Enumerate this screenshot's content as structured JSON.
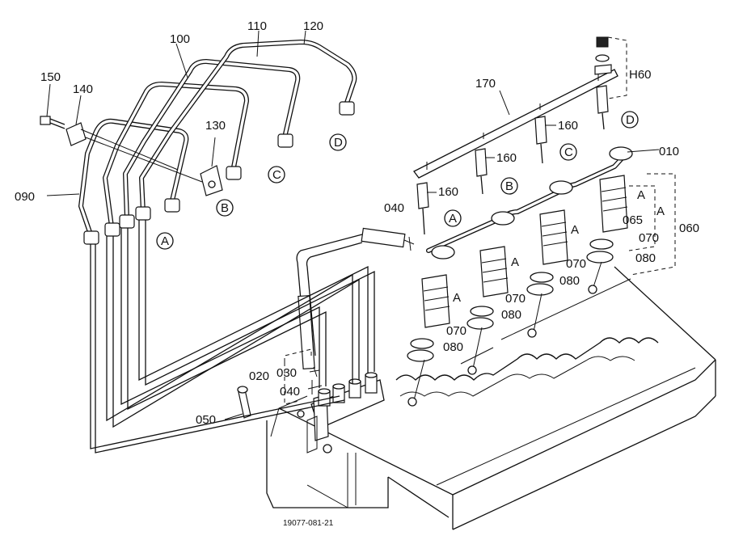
{
  "labels": {
    "p010": "010",
    "p020": "020",
    "p030": "030",
    "p040_top": "040",
    "p040_bottom": "040",
    "p050": "050",
    "p060": "060",
    "p065": "065",
    "p070_1": "070",
    "p070_2": "070",
    "p070_3": "070",
    "p070_4": "070",
    "p080_1": "080",
    "p080_2": "080",
    "p080_3": "080",
    "p080_4": "080",
    "p090": "090",
    "p100": "100",
    "p110": "110",
    "p120": "120",
    "p130": "130",
    "p140": "140",
    "p150": "150",
    "p160_1": "160",
    "p160_2": "160",
    "p160_3": "160",
    "p160_4": "H60",
    "p170": "170",
    "asm_a1": "A",
    "asm_a2": "A",
    "asm_a3": "A",
    "asm_a4": "A",
    "asm_a5": "A"
  },
  "callouts": {
    "a_left": "A",
    "b_left": "B",
    "c_left": "C",
    "d_left": "D",
    "a_right": "A",
    "b_right": "B",
    "c_right": "C",
    "d_right": "D"
  },
  "figure_code": "19077-081-21"
}
